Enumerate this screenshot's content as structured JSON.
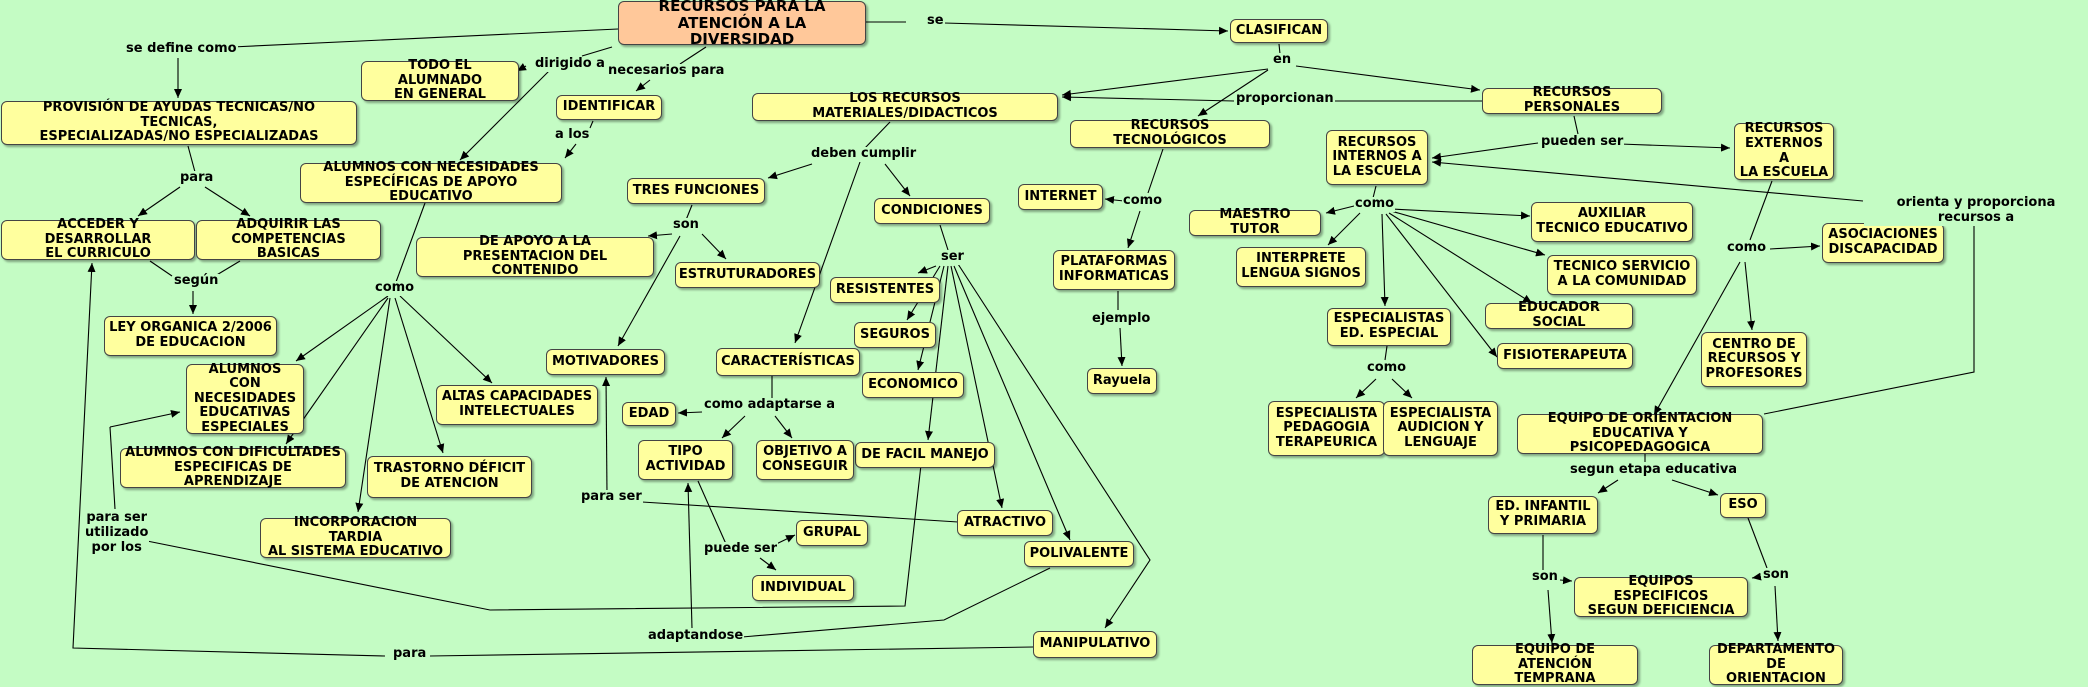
{
  "concepts": {
    "root": "RECURSOS PARA LA\nATENCIÓN A LA DIVERSIDAD",
    "clasifican": "CLASIFICAN",
    "todo_alumnado": "TODO EL ALUMNADO\nEN GENERAL",
    "identificar": "IDENTIFICAR",
    "provision": "PROVISIÓN DE AYUDAS TECNICAS/NO TECNICAS,\nESPECIALIZADAS/NO ESPECIALIZADAS",
    "acneae": "ALUMNOS CON NECESIDADES\nESPECÍFICAS DE APOYO EDUCATIVO",
    "acceder": "ACCEDER Y DESARROLLAR\nEL CURRICULO",
    "adquirir": "ADQUIRIR LAS\nCOMPETENCIAS BASICAS",
    "ley": "LEY ORGANICA 2/2006\nDE EDUCACION",
    "ace": "ALUMNOS CON\nNECESIDADES\nEDUCATIVAS\nESPECIALES",
    "altas": "ALTAS CAPACIDADES\nINTELECTUALES",
    "dificultades": "ALUMNOS CON DIFICULTADES\nESPECIFICAS DE APRENDIZAJE",
    "tdah": "TRASTORNO DÉFICIT\nDE ATENCION",
    "incorporacion": "INCORPORACION TARDIA\nAL SISTEMA EDUCATIVO",
    "materiales": "LOS RECURSOS MATERIALES/DIDACTICOS",
    "tres_funciones": "TRES FUNCIONES",
    "apoyo_presentacion": "DE APOYO A LA\nPRESENTACION DEL CONTENIDO",
    "estructuradores": "ESTRUTURADORES",
    "motivadores": "MOTIVADORES",
    "condiciones": "CONDICIONES",
    "resistentes": "RESISTENTES",
    "seguros": "SEGUROS",
    "economico": "ECONOMICO",
    "facil_manejo": "DE FACIL MANEJO",
    "atractivo": "ATRACTIVO",
    "polivalente": "POLIVALENTE",
    "manipulativo": "MANIPULATIVO",
    "caracteristicas": "CARACTERÍSTICAS",
    "edad": "EDAD",
    "tipo_actividad": "TIPO\nACTIVIDAD",
    "objetivo": "OBJETIVO A\nCONSEGUIR",
    "grupal": "GRUPAL",
    "individual": "INDIVIDUAL",
    "tecnologicos": "RECURSOS TECNOLÓGICOS",
    "internet": "INTERNET",
    "plataformas": "PLATAFORMAS\nINFORMATICAS",
    "rayuela": "Rayuela",
    "personales": "RECURSOS PERSONALES",
    "internos": "RECURSOS\nINTERNOS A\nLA ESCUELA",
    "externos": "RECURSOS\nEXTERNOS A\nLA ESCUELA",
    "maestro_tutor": "MAESTRO TUTOR",
    "interprete": "INTERPRETE\nLENGUA SIGNOS",
    "especialistas_ee": "ESPECIALISTAS\nED. ESPECIAL",
    "pt": "ESPECIALISTA\nPEDAGOGIA\nTERAPEURICA",
    "al": "ESPECIALISTA\nAUDICION Y\nLENGUAJE",
    "auxiliar": "AUXILIAR\nTECNICO EDUCATIVO",
    "tsc": "TECNICO SERVICIO\nA LA COMUNIDAD",
    "educador": "EDUCADOR SOCIAL",
    "fisio": "FISIOTERAPEUTA",
    "asociaciones": "ASOCIACIONES\nDISCAPACIDAD",
    "cpr": "CENTRO DE\nRECURSOS Y\nPROFESORES",
    "eoep": "EQUIPO DE ORIENTACION\nEDUCATIVA Y PSICOPEDAGOGICA",
    "infantil": "ED. INFANTIL\nY PRIMARIA",
    "eso": "ESO",
    "especificos": "EQUIPOS ESPECIFICOS\nSEGUN DEFICIENCIA",
    "atencion_temprana": "EQUIPO DE\nATENCIÓN TEMPRANA",
    "departamento": "DEPARTAMENTO\nDE ORIENTACION"
  },
  "linking_phrases": {
    "se": "se",
    "se_define_como": "se define como",
    "dirigido_a": "dirigido a",
    "necesarios_para": "necesarios para",
    "a_los": "a los",
    "para": "para",
    "segun": "según",
    "como_alumnos": "como",
    "para_ser_utilizado": "para ser\nutilizado\npor los",
    "en": "en",
    "proporcionan": "proporcionan",
    "deben_cumplir": "deben cumplir",
    "son_funciones": "son",
    "ser": "ser",
    "como_adaptarse": "como adaptarse a",
    "puede_ser": "puede ser",
    "para_ser": "para ser",
    "adaptandose": "adaptandose",
    "para_bottom": "para",
    "como_tec": "como",
    "ejemplo": "ejemplo",
    "pueden_ser": "pueden ser",
    "como_internos": "como",
    "como_especialistas": "como",
    "como_externos": "como",
    "orienta": "orienta y proporciona recursos a",
    "segun_etapa": "segun etapa educativa",
    "son_infantil": "son",
    "son_eso": "son"
  }
}
